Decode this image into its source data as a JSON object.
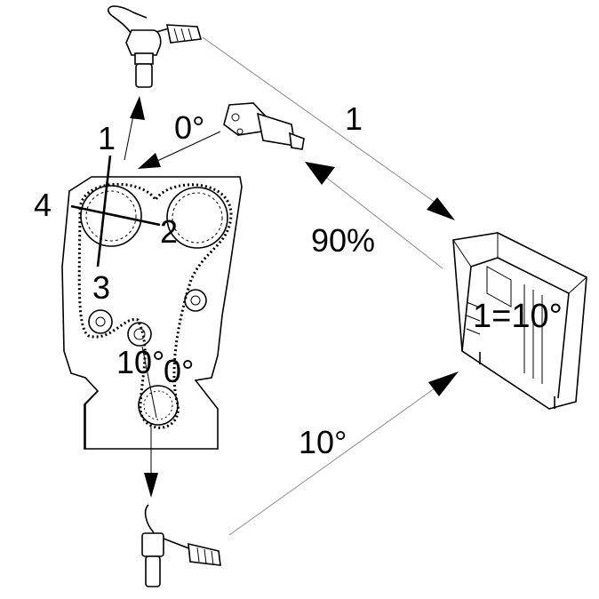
{
  "labels": {
    "pointer_1": "1",
    "pointer_2": "2",
    "pointer_3": "3",
    "pointer_4": "4",
    "angle_0_top": "0°",
    "angle_10_left": "10°",
    "angle_0_bottom": "0°",
    "path_1": "1",
    "percent_90": "90%",
    "angle_10_bottom_path": "10°",
    "ecu_formula": "1=10°"
  },
  "colors": {
    "stroke": "#000000",
    "signal_line": "#888888",
    "background": "#ffffff"
  },
  "icons": {
    "top_sensor": "camshaft-sensor-icon",
    "actuator": "actuator-motor-icon",
    "bottom_sensor": "crankshaft-sensor-icon",
    "control_unit": "ecu-module-icon",
    "engine": "timing-belt-engine-icon"
  }
}
